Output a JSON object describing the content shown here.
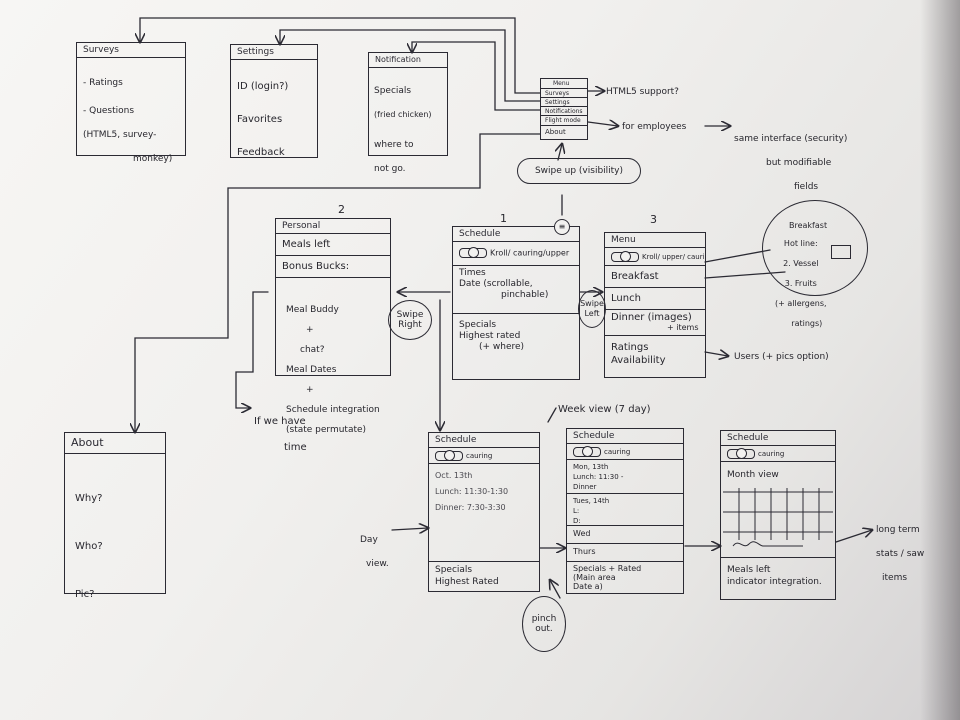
{
  "surveys": {
    "title": "Surveys",
    "items": [
      "- Ratings",
      "- Questions",
      "(HTML5, survey-",
      "monkey)"
    ]
  },
  "settings": {
    "title": "Settings",
    "items": [
      "ID (login?)",
      "Favorites",
      "Feedback"
    ]
  },
  "notifications": {
    "title": "Notification",
    "items": [
      "Specials",
      "(fried chicken)",
      "where to",
      "not go."
    ]
  },
  "menu_small": {
    "title": "Menu",
    "items": [
      "Surveys",
      "Settings",
      "Notifications",
      "Flight mode",
      "About"
    ]
  },
  "notes": {
    "html5": "HTML5 support?",
    "employees": "for employees",
    "interface": "same interface (security)",
    "interface2": "but modifiable",
    "interface3": "fields",
    "swipe_up": "Swipe up (visibility)",
    "swipe_right": "Swipe Right",
    "swipe_left": "Swipe Left",
    "users": "Users (+ pics option)",
    "if_time_1": "If we have",
    "if_time_2": "time",
    "week_view": "Week view (7 day)",
    "day_view_1": "Day",
    "day_view_2": "view.",
    "pinch_1": "pinch",
    "pinch_2": "out.",
    "long_term_1": "long term",
    "long_term_2": "stats / saw",
    "long_term_3": "items"
  },
  "personal": {
    "number": "2",
    "title": "Personal",
    "rows": [
      "Meals left",
      "Bonus Bucks:"
    ],
    "lower": [
      "Meal Buddy",
      "+",
      "chat?",
      "Meal Dates",
      "+",
      "Schedule integration",
      "(state permutate)"
    ]
  },
  "schedule": {
    "number": "1",
    "title": "Schedule",
    "toggle_label": "Kroll/ cauring/upper",
    "times": [
      "Times",
      "Date (scrollable,",
      "pinchable)"
    ],
    "specials": [
      "Specials",
      "Highest rated",
      "(+ where)"
    ]
  },
  "menu3": {
    "number": "3",
    "title": "Menu",
    "toggle_label": "Kroll/ upper/ cauring",
    "rows": [
      "Breakfast",
      "Lunch",
      "Dinner (images)",
      "Ratings",
      "Availability"
    ],
    "dinner_note": "+ items"
  },
  "breakfast": {
    "title": "Breakfast",
    "items": [
      "Hot line:",
      "2. Vessel",
      "3. Fruits",
      "(+ allergens,",
      "ratings)"
    ]
  },
  "about": {
    "title": "About",
    "items": [
      "Why?",
      "Who?",
      "Pic?"
    ]
  },
  "day_view": {
    "title": "Schedule",
    "toggle_label": "cauring",
    "lines": [
      "Oct. 13th",
      "Lunch: 11:30-1:30",
      "Dinner: 7:30-3:30"
    ],
    "specials": [
      "Specials",
      "Highest Rated"
    ]
  },
  "week_screen": {
    "title": "Schedule",
    "toggle_label": "cauring",
    "lines": [
      "Mon, 13th",
      "Lunch: 11:30 -",
      "Dinner",
      "Tues, 14th",
      "L:",
      "D:",
      "Wed",
      "Thurs"
    ],
    "footer": [
      "Specials + Rated",
      "(Main area",
      "Date a)"
    ]
  },
  "month_screen": {
    "title": "Schedule",
    "toggle_label": "cauring",
    "month_label": "Month view",
    "footer": [
      "Meals left",
      "indicator integration."
    ]
  }
}
